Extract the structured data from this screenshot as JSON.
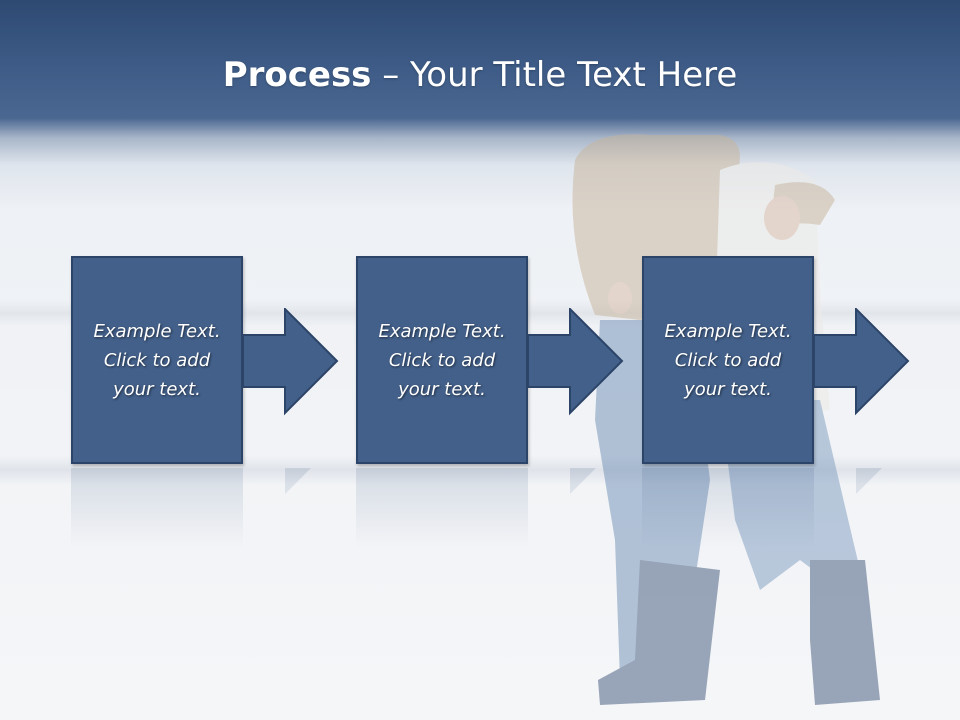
{
  "slide": {
    "title_bold": "Process",
    "title_rest": " – Your Title Text Here"
  },
  "steps": [
    {
      "line1": "Example Text.",
      "line2": "Click  to add",
      "line3": "your text."
    },
    {
      "line1": "Example Text.",
      "line2": "Click  to add",
      "line3": "your text."
    },
    {
      "line1": "Example Text.",
      "line2": "Click  to add",
      "line3": "your text."
    }
  ],
  "colors": {
    "box_fill": "#43608a",
    "box_border": "#2c4468",
    "title_bar": "#3e5c87"
  },
  "icons": {
    "connector": "right-arrow-icon"
  }
}
